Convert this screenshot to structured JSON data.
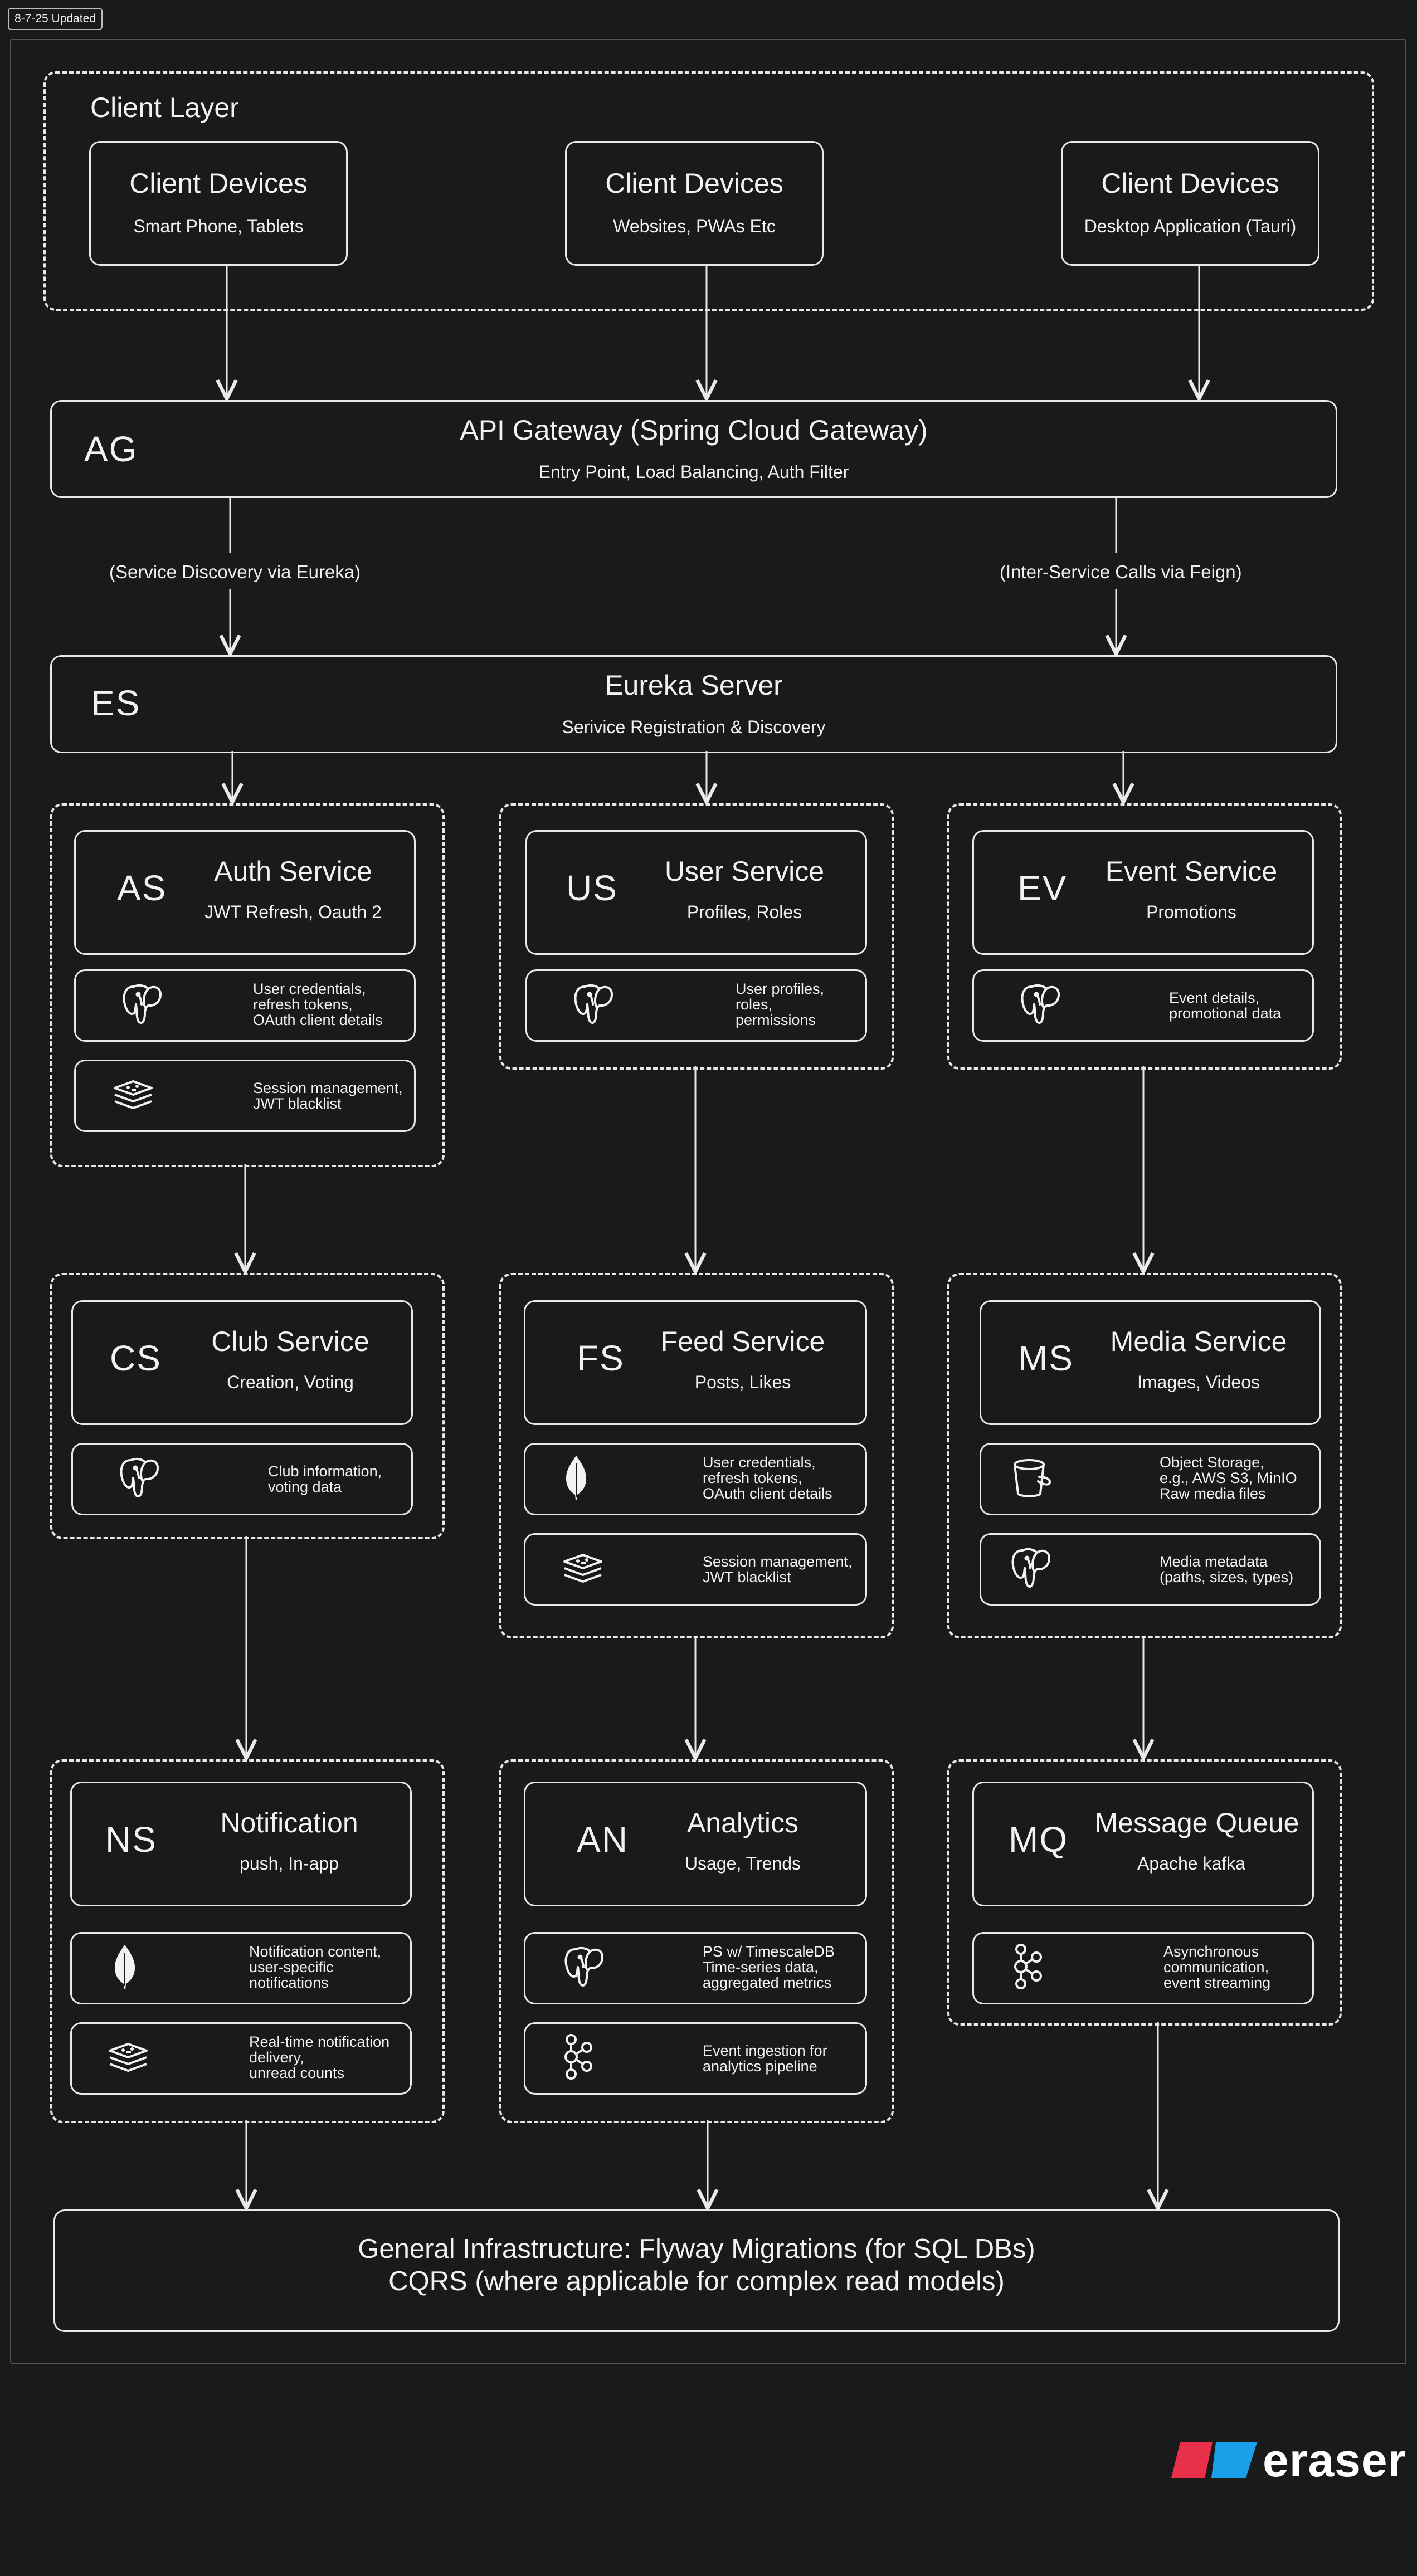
{
  "updated_tag": "8-7-25 Updated",
  "client_layer": {
    "label": "Client Layer",
    "devices": [
      {
        "title": "Client Devices",
        "subtitle": "Smart Phone, Tablets"
      },
      {
        "title": "Client Devices",
        "subtitle": "Websites, PWAs Etc"
      },
      {
        "title": "Client Devices",
        "subtitle": "Desktop Application (Tauri)"
      }
    ]
  },
  "gateway": {
    "abbr": "AG",
    "title": "API Gateway (Spring Cloud Gateway)",
    "subtitle": "Entry Point, Load Balancing, Auth Filter"
  },
  "edges": {
    "left": "(Service Discovery via Eureka)",
    "right": "(Inter-Service Calls via Feign)"
  },
  "eureka": {
    "abbr": "ES",
    "title": "Eureka Server",
    "subtitle": "Serivice Registration & Discovery"
  },
  "services": {
    "auth": {
      "abbr": "AS",
      "title": "Auth Service",
      "subtitle": "JWT Refresh, Oauth 2",
      "stores": [
        {
          "icon": "postgresql-icon",
          "text": "User credentials,\nrefresh tokens,\nOAuth client details"
        },
        {
          "icon": "redis-icon",
          "text": "Session management,\nJWT blacklist"
        }
      ]
    },
    "user": {
      "abbr": "US",
      "title": "User Service",
      "subtitle": "Profiles, Roles",
      "stores": [
        {
          "icon": "postgresql-icon",
          "text": "User profiles,\nroles,\npermissions"
        }
      ]
    },
    "event": {
      "abbr": "EV",
      "title": "Event Service",
      "subtitle": "Promotions",
      "stores": [
        {
          "icon": "postgresql-icon",
          "text": "Event details,\npromotional data"
        }
      ]
    },
    "club": {
      "abbr": "CS",
      "title": "Club Service",
      "subtitle": "Creation, Voting",
      "stores": [
        {
          "icon": "postgresql-icon",
          "text": "Club information,\nvoting data"
        }
      ]
    },
    "feed": {
      "abbr": "FS",
      "title": "Feed Service",
      "subtitle": "Posts, Likes",
      "stores": [
        {
          "icon": "mongodb-icon",
          "text": "User credentials,\nrefresh tokens,\nOAuth client details"
        },
        {
          "icon": "redis-icon",
          "text": "Session management,\nJWT blacklist"
        }
      ]
    },
    "media": {
      "abbr": "MS",
      "title": "Media Service",
      "subtitle": "Images, Videos",
      "stores": [
        {
          "icon": "bucket-icon",
          "text": "Object Storage,\ne.g., AWS S3, MinIO\nRaw media files"
        },
        {
          "icon": "postgresql-icon",
          "text": "Media metadata\n(paths, sizes, types)"
        }
      ]
    },
    "notification": {
      "abbr": "NS",
      "title": "Notification",
      "subtitle": "push, In-app",
      "stores": [
        {
          "icon": "mongodb-icon",
          "text": "Notification content,\nuser-specific\nnotifications"
        },
        {
          "icon": "redis-icon",
          "text": "Real-time notification\ndelivery,\nunread counts"
        }
      ]
    },
    "analytics": {
      "abbr": "AN",
      "title": "Analytics",
      "subtitle": "Usage, Trends",
      "stores": [
        {
          "icon": "postgresql-icon",
          "text": "PS w/ TimescaleDB\nTime-series data,\naggregated metrics"
        },
        {
          "icon": "kafka-icon",
          "text": "Event ingestion for\nanalytics pipeline"
        }
      ]
    },
    "queue": {
      "abbr": "MQ",
      "title": "Message Queue",
      "subtitle": "Apache kafka",
      "stores": [
        {
          "icon": "kafka-icon",
          "text": "Asynchronous\ncommunication,\nevent streaming"
        }
      ]
    }
  },
  "infrastructure": {
    "line1": "General Infrastructure: Flyway Migrations (for SQL DBs)",
    "line2": "CQRS (where applicable for complex read models)"
  },
  "brand": {
    "name": "eraser",
    "colors": [
      "#e8304a",
      "#1aa0e8"
    ]
  }
}
